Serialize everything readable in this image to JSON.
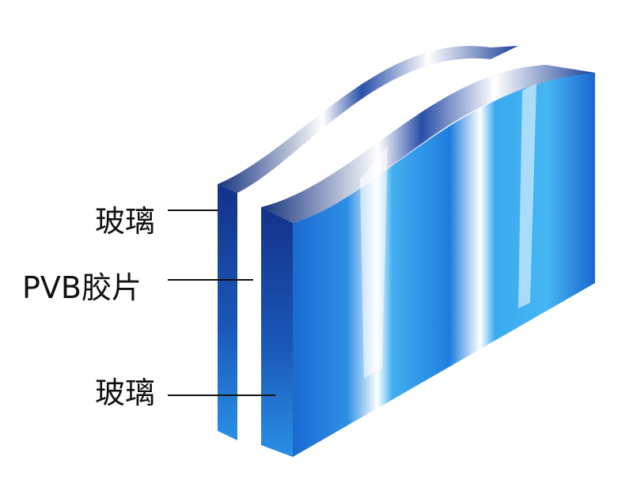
{
  "labels": {
    "top_glass": "玻璃",
    "pvb_film": "PVB胶片",
    "bottom_glass": "玻璃"
  },
  "colors": {
    "glass_dark": "#123a8e",
    "glass_mid": "#1e6fd6",
    "glass_light": "#43b6f2",
    "highlight": "#ffffff",
    "leader_line": "#111111",
    "label_text": "#111111"
  }
}
